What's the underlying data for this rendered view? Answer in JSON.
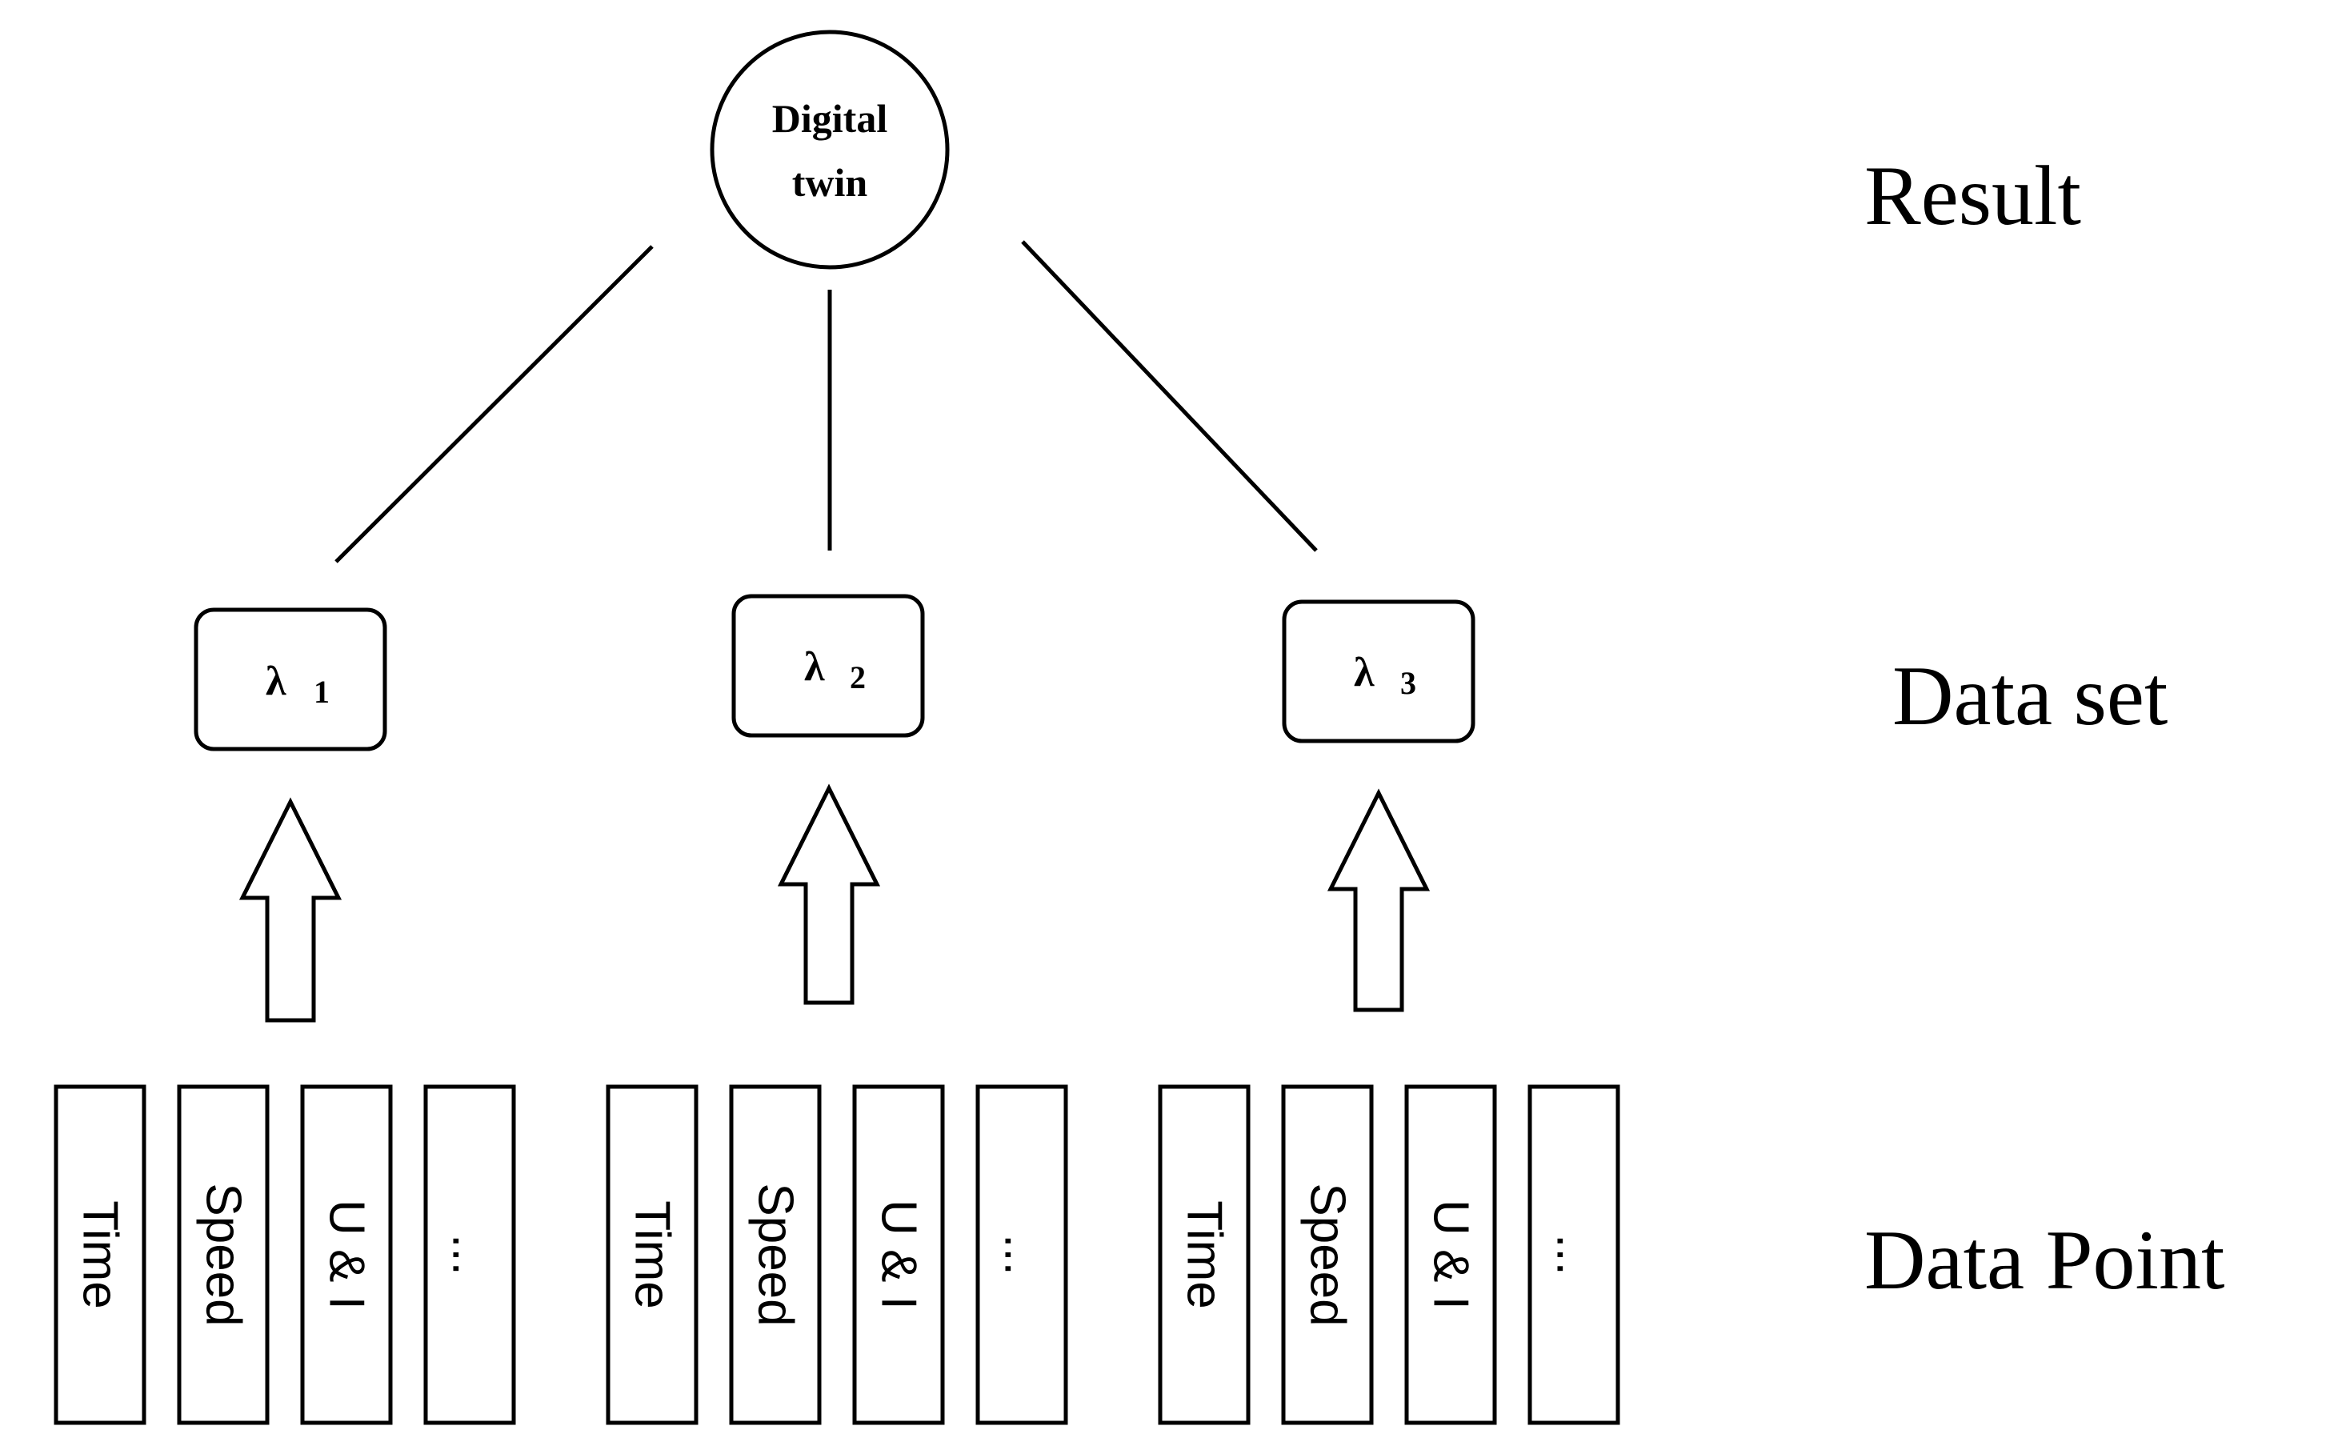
{
  "levels": {
    "result": "Result",
    "dataset": "Data set",
    "datapoint": "Data Point"
  },
  "root": {
    "line1": "Digital",
    "line2": "twin"
  },
  "datasets": [
    {
      "symbol": "λ",
      "subscript": "1"
    },
    {
      "symbol": "λ",
      "subscript": "2"
    },
    {
      "symbol": "λ",
      "subscript": "3"
    }
  ],
  "data_points": [
    [
      "Time",
      "Speed",
      "U & I",
      "..."
    ],
    [
      "Time",
      "Speed",
      "U & I",
      "..."
    ],
    [
      "Time",
      "Speed",
      "U & I",
      "..."
    ]
  ]
}
